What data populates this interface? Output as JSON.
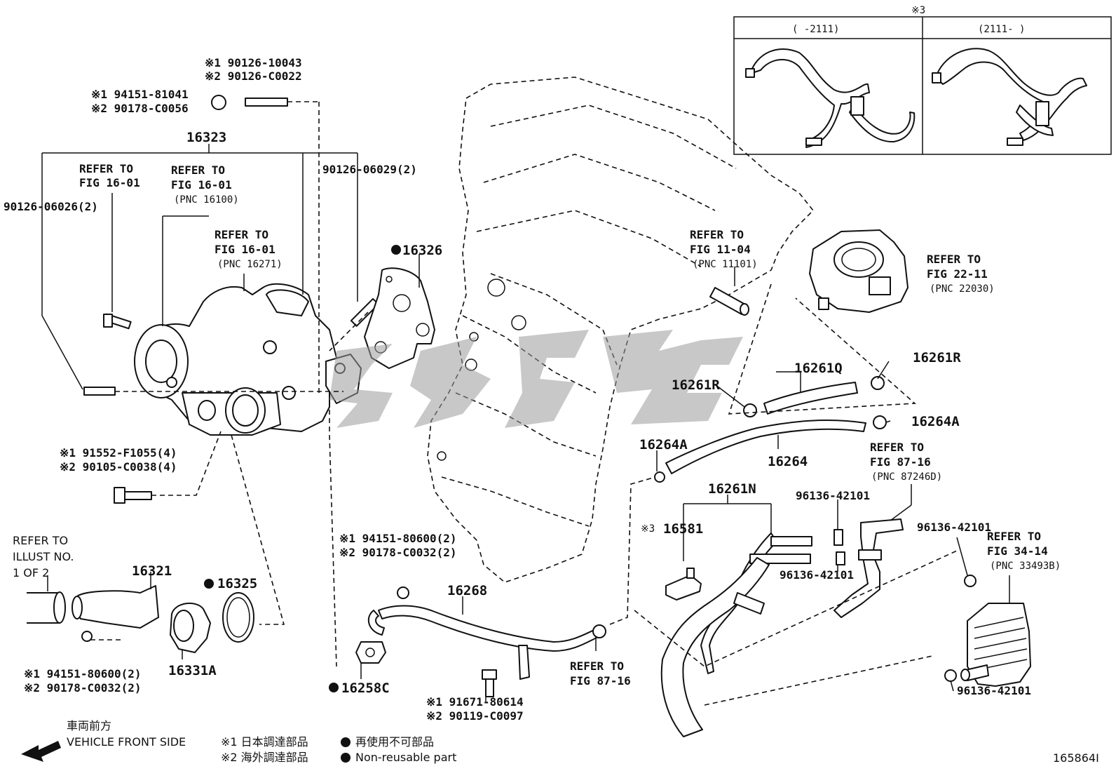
{
  "inset": {
    "note_mark": "※3",
    "left_header": "(     -2111)",
    "right_header": "(2111-      )"
  },
  "labels": {
    "bolt_upper_1": "※1 90126-10043",
    "bolt_upper_2": "※2 90126-C0022",
    "nut_upper_1": "※1 94151-81041",
    "nut_upper_2": "※2 90178-C0056",
    "p16323": "16323",
    "refer_fig1601_a_1": "REFER TO",
    "refer_fig1601_a_2": "FIG 16-01",
    "refer_fig1601_b_1": "REFER TO",
    "refer_fig1601_b_2": "FIG 16-01",
    "refer_fig1601_b_3": "(PNC 16100)",
    "refer_fig1601_c_1": "REFER TO",
    "refer_fig1601_c_2": "FIG 16-01",
    "refer_fig1601_c_3": "(PNC 16271)",
    "stud_left": "90126-06026(2)",
    "stud_right": "90126-06029(2)",
    "p16326": "16326",
    "bolt_mid_1": "※1 91552-F1055(4)",
    "bolt_mid_2": "※2 90105-C0038(4)",
    "refer_illust_1": "REFER TO",
    "refer_illust_2": "ILLUST NO.",
    "refer_illust_3": "1 OF 2",
    "p16321": "16321",
    "p16325": "16325",
    "p16331a": "16331A",
    "nut_low_1": "※1 94151-80600(2)",
    "nut_low_2": "※2 90178-C0032(2)",
    "refer_fig1104_1": "REFER TO",
    "refer_fig1104_2": "FIG 11-04",
    "refer_fig1104_3": "(PNC 11101)",
    "refer_fig2211_1": "REFER TO",
    "refer_fig2211_2": "FIG 22-11",
    "refer_fig2211_3": "(PNC 22030)",
    "p16261q": "16261Q",
    "p16261r_a": "16261R",
    "p16261r_b": "16261R",
    "p16264a_a": "16264A",
    "p16264a_b": "16264A",
    "p16264": "16264",
    "refer_fig8716a_1": "REFER TO",
    "refer_fig8716a_2": "FIG 87-16",
    "refer_fig8716a_3": "(PNC 87246D)",
    "p16261n": "16261N",
    "clamp_a": "96136-42101",
    "clamp_b": "96136-42101",
    "clamp_c": "96136-42101",
    "clamp_d": "96136-42101",
    "p16581_mark": "※3",
    "p16581": "16581",
    "refer_fig3414_1": "REFER TO",
    "refer_fig3414_2": "FIG 34-14",
    "refer_fig3414_3": "(PNC 33493B)",
    "nut_center_1": "※1 94151-80600(2)",
    "nut_center_2": "※2 90178-C0032(2)",
    "p16268": "16268",
    "p16258c": "16258C",
    "bolt_low_1": "※1 91671-80614",
    "bolt_low_2": "※2 90119-C0097",
    "refer_fig8716b_1": "REFER TO",
    "refer_fig8716b_2": "FIG 87-16",
    "front_jp": "車両前方",
    "front_en": "VEHICLE FRONT SIDE",
    "legend_1": "※1 日本調達部品",
    "legend_2": "※2 海外調達部品",
    "legend_3": "再使用不可部品",
    "legend_4": "Non-reusable part",
    "figure_no": "165864I"
  }
}
